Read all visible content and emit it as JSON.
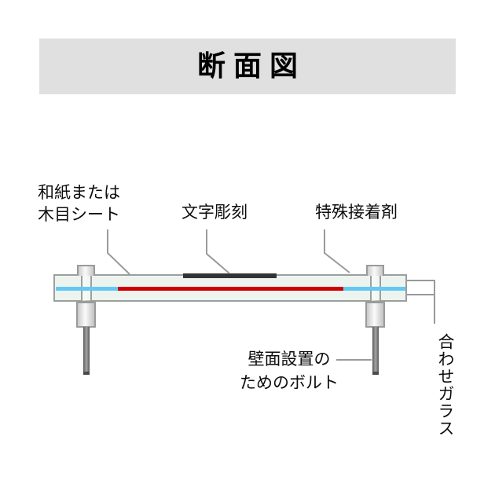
{
  "title": "断面図",
  "labels": {
    "sheet_line1": "和紙または",
    "sheet_line2": "木目シート",
    "engraving": "文字彫刻",
    "adhesive": "特殊接着剤",
    "bolt_line1": "壁面設置の",
    "bolt_line2": "ためのボルト",
    "laminated_glass": "合わせガラス"
  },
  "colors": {
    "header_band": "#e0e0e0",
    "title_text": "#000000",
    "glass_fill": "#edf3ee",
    "glass_border": "#9aa09d",
    "interlayer_blue": "#63c9f4",
    "adhesive_red": "#cf0000",
    "engraving_black": "#333333",
    "leader_gray": "#9a9a9a",
    "bolt_metal_border": "#9a9a9a",
    "bolt_rod_dark": "#585858"
  }
}
